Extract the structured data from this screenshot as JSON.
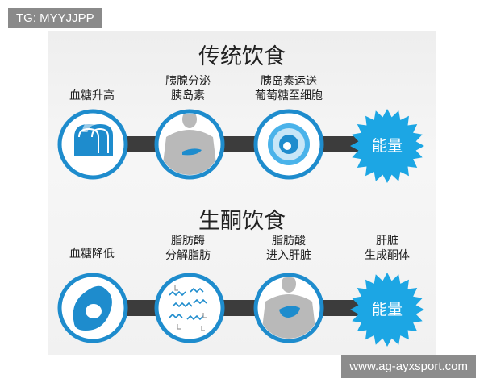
{
  "watermarks": {
    "top_left": "TG: MYYJJPP",
    "bottom_right": "www.ag-ayxsport.com"
  },
  "sections": [
    {
      "title": "传统饮食",
      "steps": [
        {
          "label": [
            "血糖升高"
          ],
          "icon": "bread-icon"
        },
        {
          "label": [
            "胰腺分泌",
            "胰岛素"
          ],
          "icon": "torso-pancreas-icon"
        },
        {
          "label": [
            "胰岛素运送",
            "葡萄糖至细胞"
          ],
          "icon": "cell-icon"
        },
        {
          "label": [
            "能量"
          ],
          "icon": "energy-burst-icon"
        }
      ]
    },
    {
      "title": "生酮饮食",
      "steps": [
        {
          "label": [
            "血糖降低"
          ],
          "icon": "avocado-icon"
        },
        {
          "label": [
            "脂肪酶",
            "分解脂肪"
          ],
          "icon": "fat-breakdown-icon"
        },
        {
          "label": [
            "脂肪酸",
            "进入肝脏"
          ],
          "icon": "torso-liver-icon"
        },
        {
          "label": [
            "肝脏",
            "生成酮体"
          ],
          "icon": "energy-burst-icon",
          "center_text": "能量"
        }
      ]
    }
  ],
  "colors": {
    "blue": "#1e8ccd",
    "burst": "#1ca6e4",
    "bar": "#3c3c3c",
    "circle_fill": "#ffffff"
  }
}
